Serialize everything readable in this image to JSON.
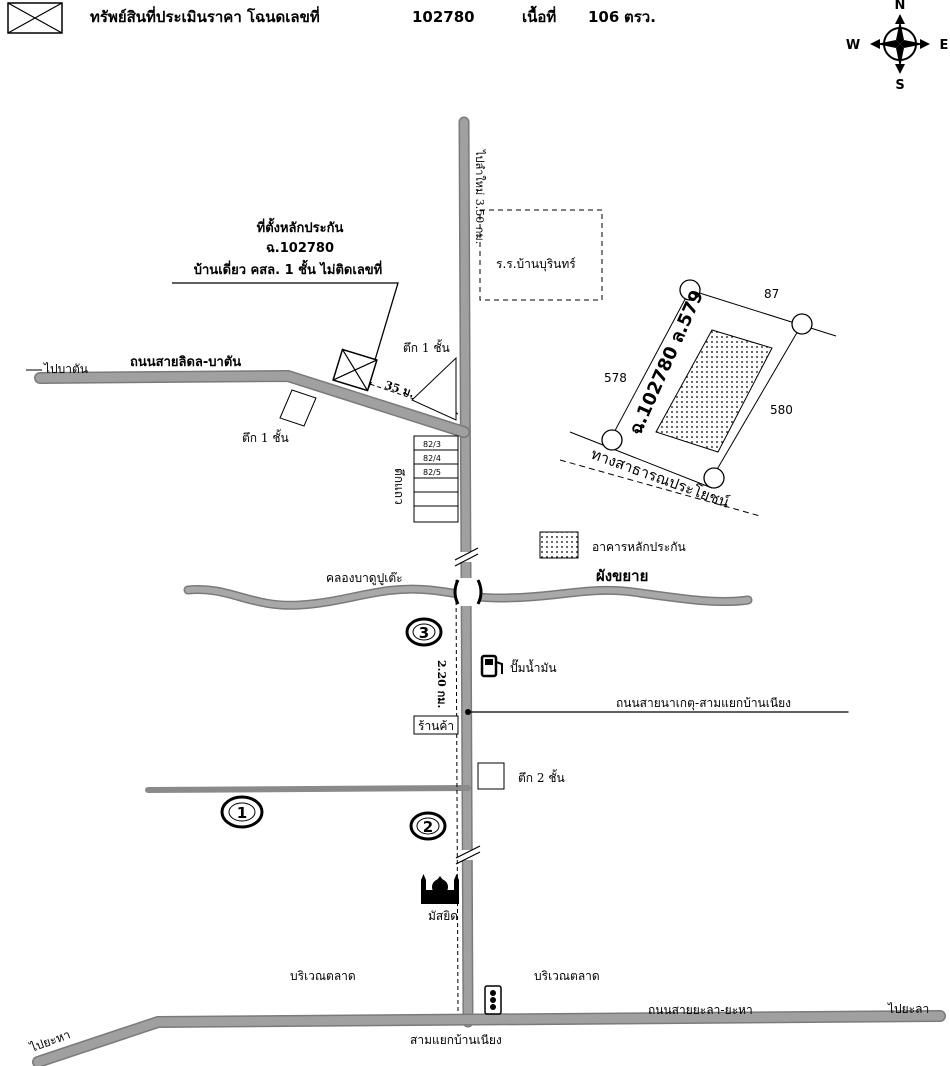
{
  "header": {
    "legend_text": "ทรัพย์สินที่ประเมินราคา โฉนดเลขที่",
    "deed_number": "102780",
    "area_label": "เนื้อที่",
    "area_value": "106",
    "area_unit": "ตรว."
  },
  "compass": {
    "n": "N",
    "s": "S",
    "e": "E",
    "w": "W"
  },
  "collateral_callout": {
    "line1": "ที่ตั้งหลักประกัน",
    "line2": "ฉ.102780",
    "line3": "บ้านเดี่ยว คสล. 1 ชั้น ไม่ติดเลขที่"
  },
  "roads": {
    "west_road_name": "ถนนสายลิดล-บาตัน",
    "to_bataan": "ไปบาตัน",
    "to_top": "ไปลำใหม่ 3.50 กม.",
    "east_road_name": "ถนนสายนาเกตุ-สามแยกบ้านเนียง",
    "bottom_road_name": "ถนนสายยะลา-ยะหา",
    "to_yala": "ไปยะลา",
    "to_yaha": "ไปยะหา",
    "junction": "สามแยกบ้านเนียง",
    "distance_35": "35 ม.",
    "distance_220": "2.20 กม."
  },
  "places": {
    "school": "ร.ร.บ้านบุรินทร์",
    "building_1_a": "ตึก 1 ชั้น",
    "building_1_b": "ตึก 1 ชั้น",
    "building_2": "ตึก 2 ชั้น",
    "row_house_label": "ตึกแถว",
    "row_house_numbers": [
      "82/3",
      "82/4",
      "82/5"
    ],
    "canal": "คลองบาดูปูเต๊ะ",
    "gas_station": "ปั๊มน้ำมัน",
    "shop": "ร้านค้า",
    "mosque": "มัสยิด",
    "market_left": "บริเวณตลาด",
    "market_right": "บริเวณตลาด"
  },
  "markers": [
    "1",
    "2",
    "3"
  ],
  "layout_plan": {
    "title": "ผังขยาย",
    "plot_label": "ฉ.102780 ล.579",
    "neighbor_top": "87",
    "neighbor_left": "578",
    "neighbor_right": "580",
    "public_way": "ทางสาธารณประโยชน์",
    "legend_building": "อาคารหลักประกัน"
  },
  "colors": {
    "road": "#9a9a9a",
    "road_edge": "#6e6e6e",
    "ink": "#000000"
  }
}
